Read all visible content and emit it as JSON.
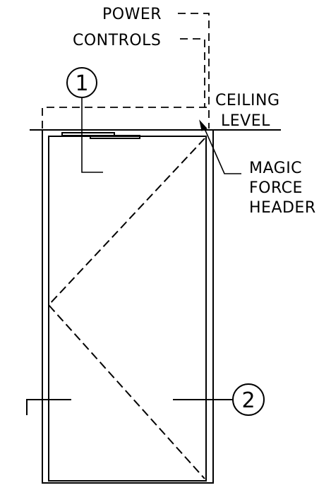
{
  "labels": {
    "power": "POWER",
    "controls": "CONTROLS",
    "ceiling": "CEILING",
    "level": "LEVEL",
    "magic": "MAGIC",
    "force": "FORCE",
    "header": "HEADER"
  },
  "callouts": {
    "one": "1",
    "two": "2"
  }
}
